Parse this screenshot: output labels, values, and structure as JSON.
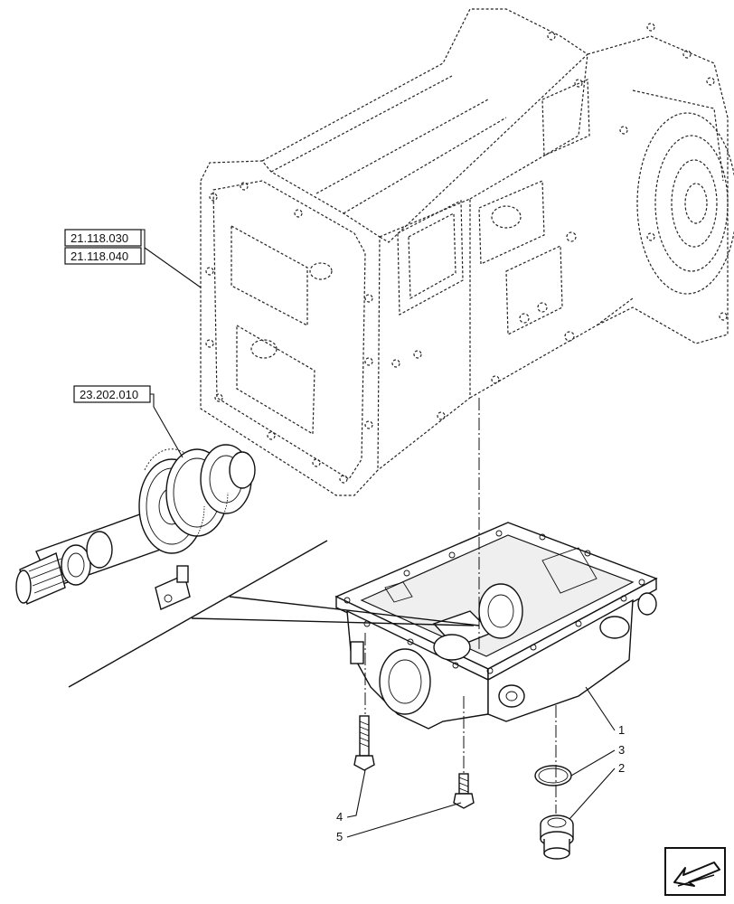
{
  "references": [
    {
      "id": "ref-21-118-030",
      "label": "21.118.030"
    },
    {
      "id": "ref-21-118-040",
      "label": "21.118.040"
    },
    {
      "id": "ref-23-202-010",
      "label": "23.202.010"
    }
  ],
  "callouts": [
    {
      "number": "1",
      "part": "oil-sump"
    },
    {
      "number": "2",
      "part": "drain-plug"
    },
    {
      "number": "3",
      "part": "o-ring"
    },
    {
      "number": "4",
      "part": "long-bolt"
    },
    {
      "number": "5",
      "part": "short-bolt"
    }
  ],
  "nav_icon": "return-arrow-icon"
}
